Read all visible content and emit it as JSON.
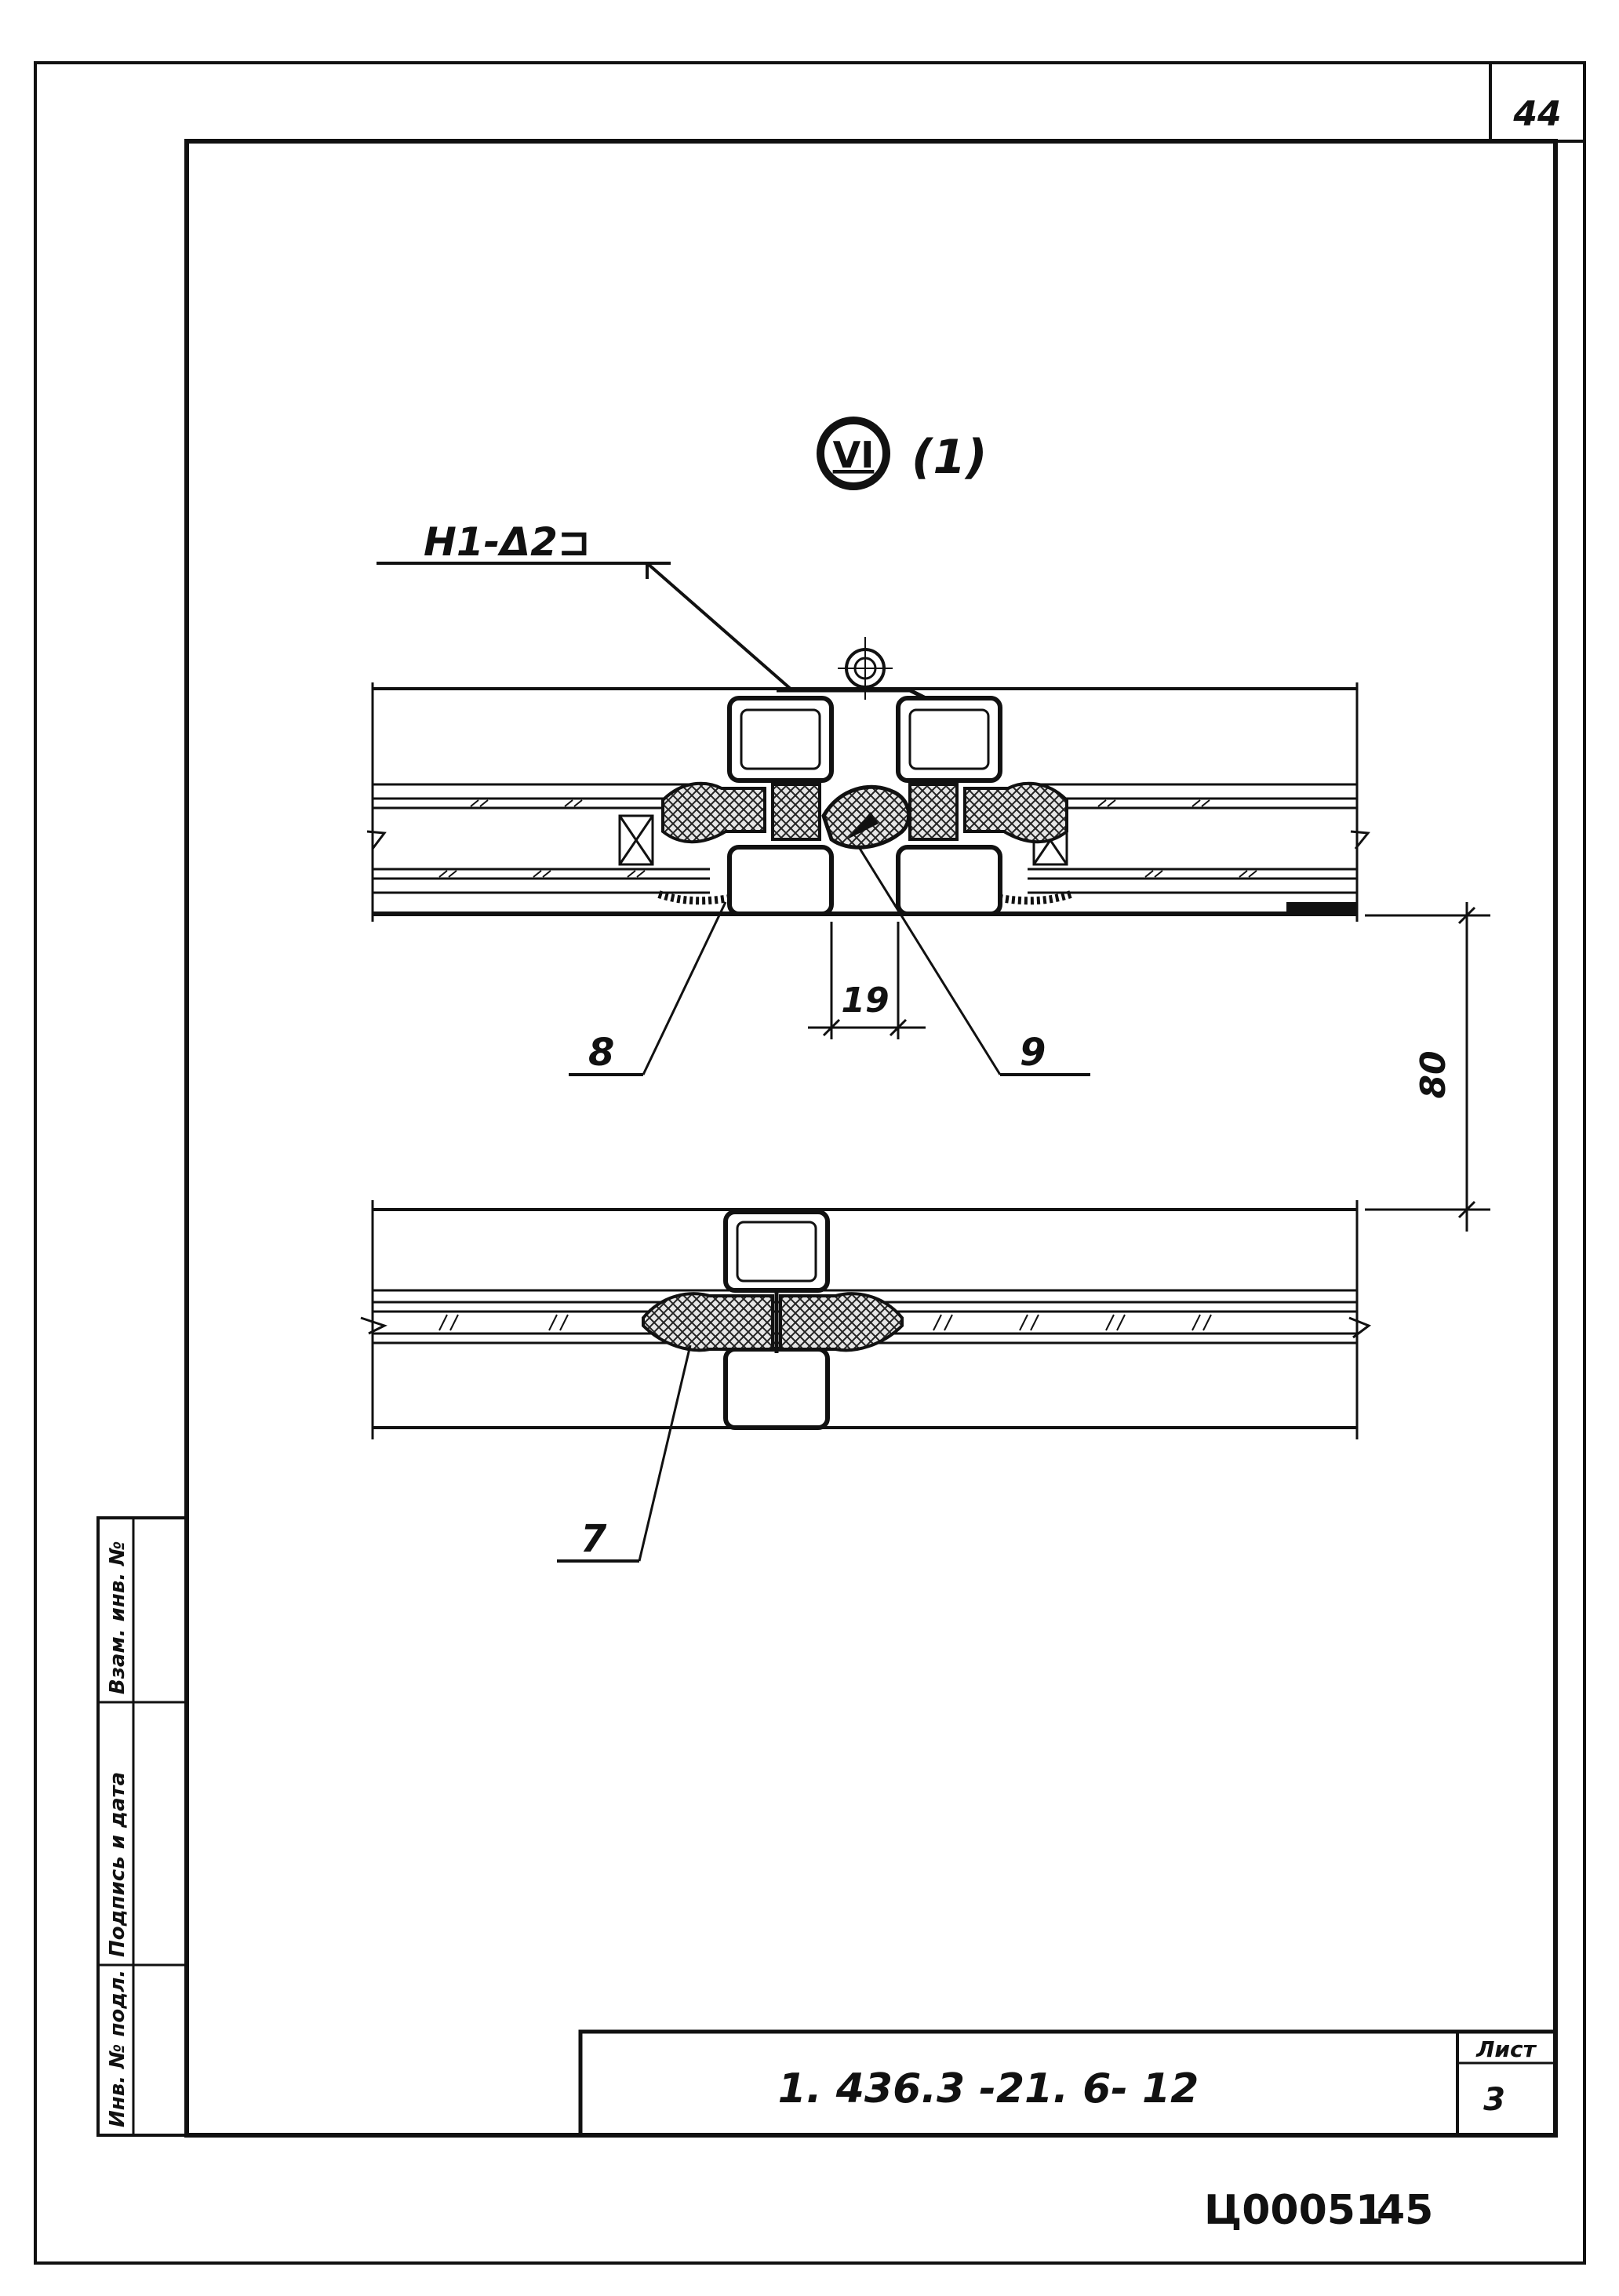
{
  "sheet": {
    "page_number": "44",
    "view_label_numeral": "VI",
    "view_label_suffix": "(1)",
    "weld_callout": "Н1-Δ2⊐",
    "dimension_small": "19",
    "dimension_vertical": "80",
    "callout_upper_left": "8",
    "callout_upper_right": "9",
    "callout_lower": "7",
    "doc_number": "1. 436.3 -21. 6- 12",
    "sheet_label": "Лист",
    "sheet_no": "3",
    "archive_code": "Ц00051",
    "archive_page": "45",
    "stamp_col_1": "Инв. № подл.",
    "stamp_col_2": "Подпись и дата",
    "stamp_col_3": "Взам. инв. №"
  }
}
